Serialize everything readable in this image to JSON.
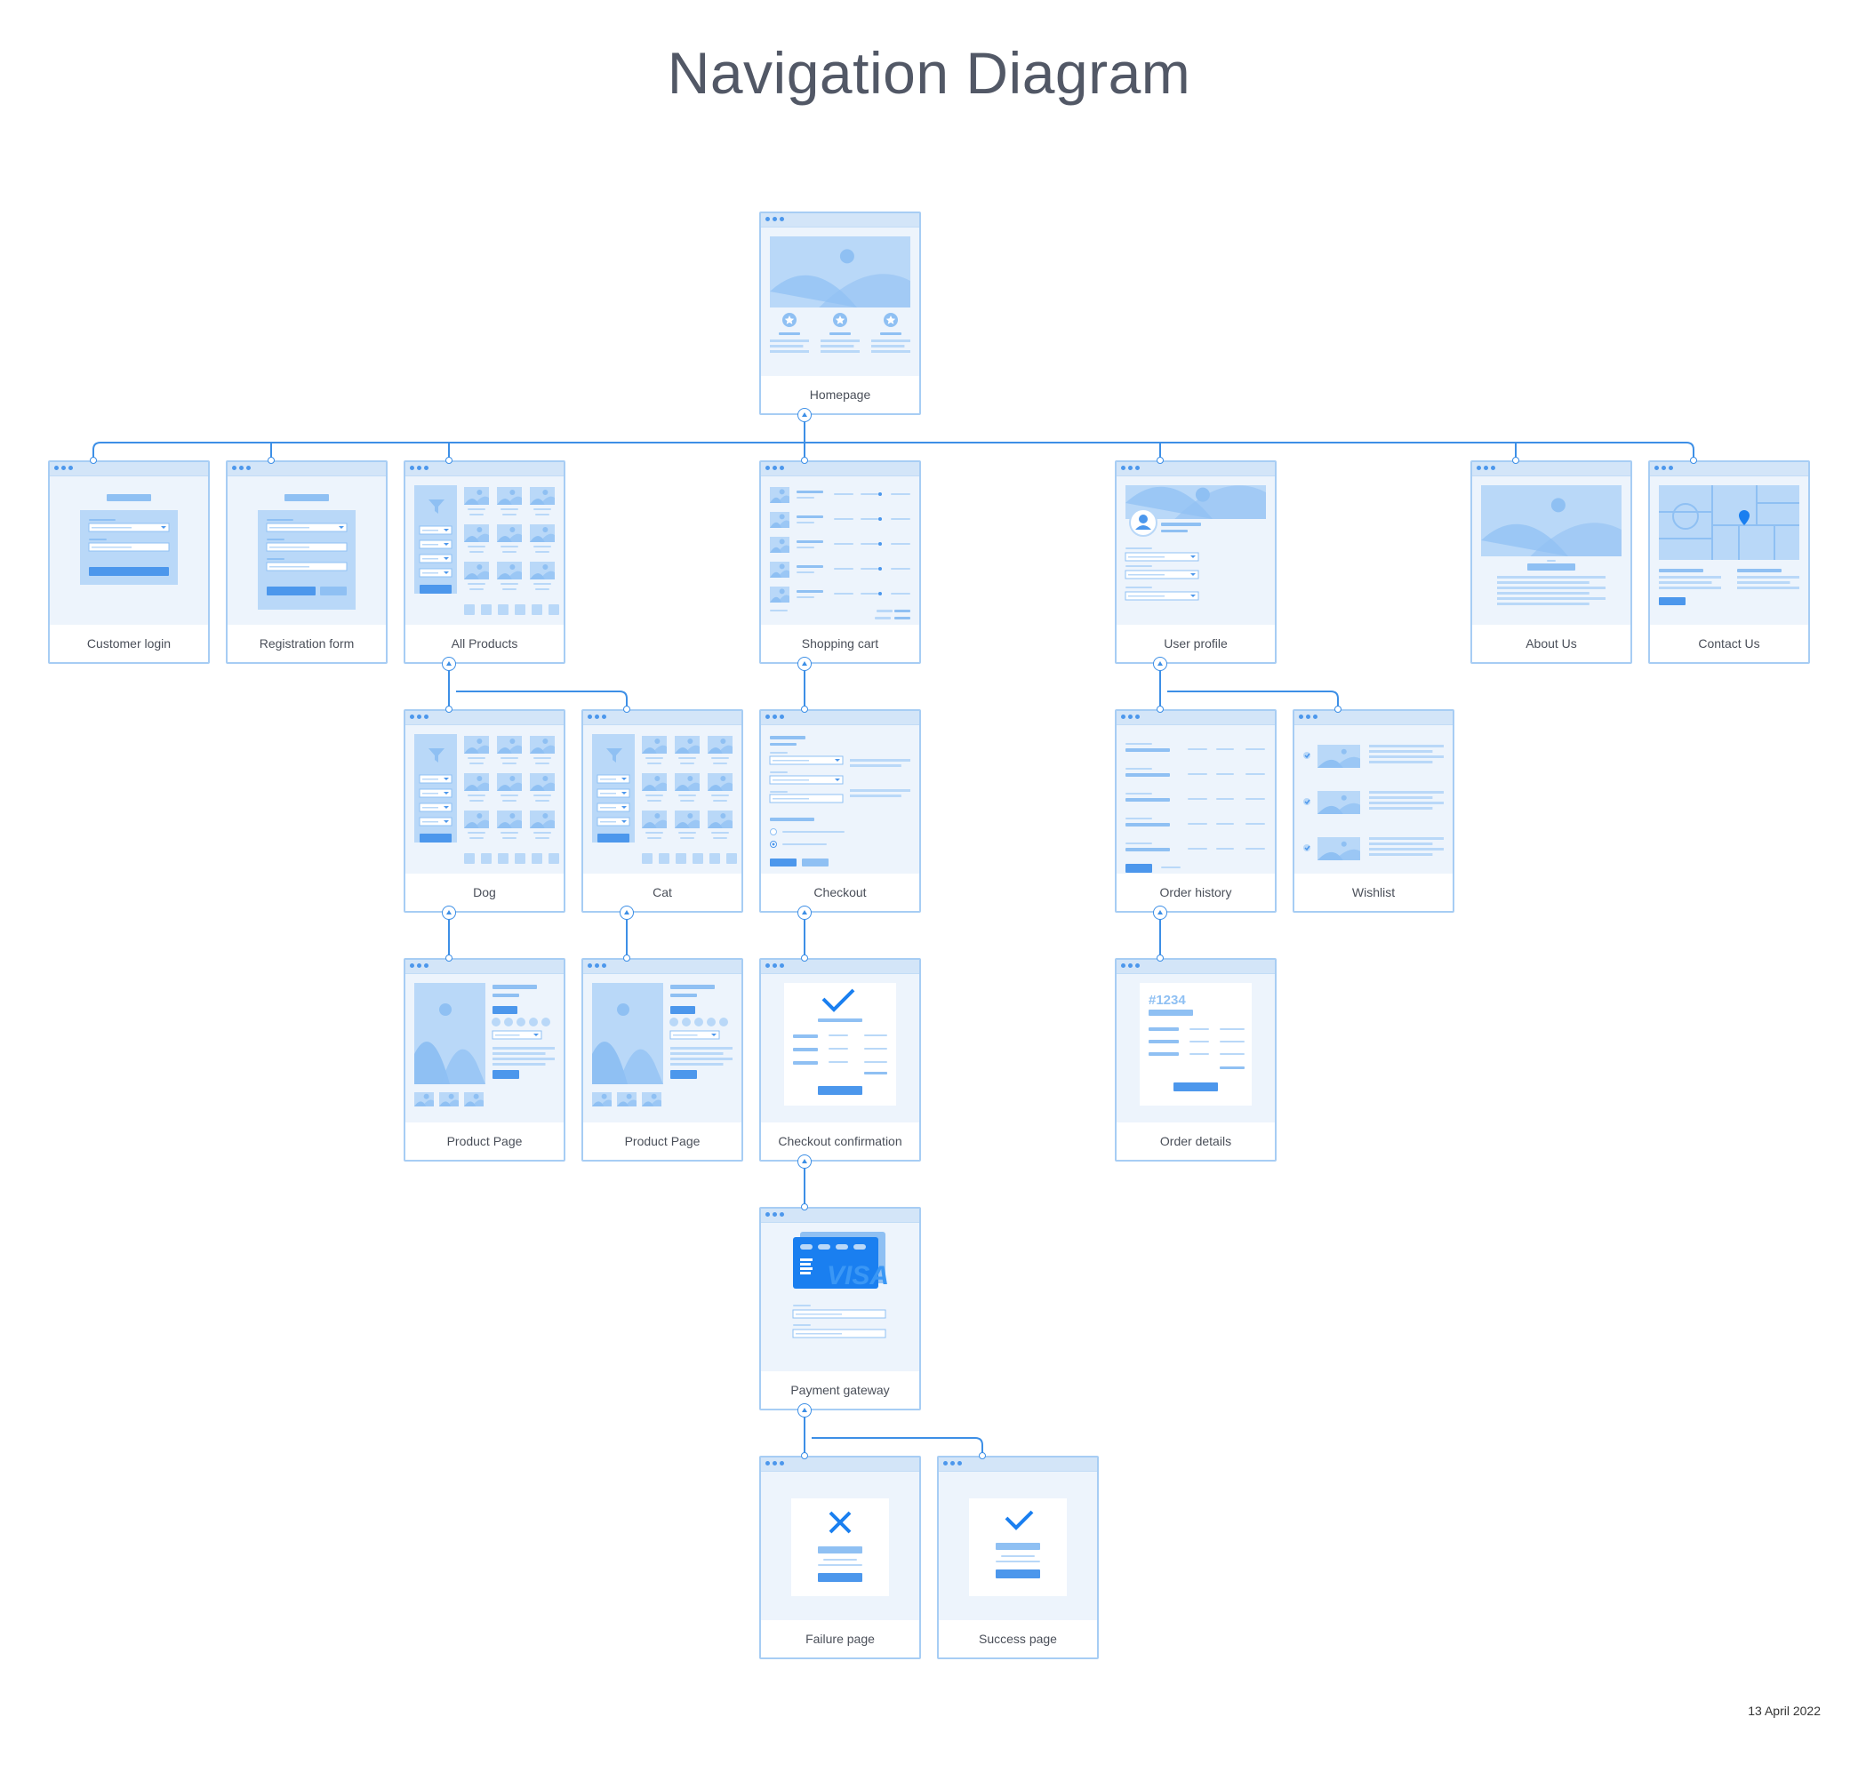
{
  "title": "Navigation Diagram",
  "date": "13 April 2022",
  "colors": {
    "connector": "#3d8fe6",
    "card_border": "#a7cdf4",
    "card_bar": "#d3e5f8",
    "card_body": "#edf4fc",
    "wire_light": "#b9d8f8",
    "wire_mid": "#8fc0f3",
    "wire_strong": "#4c97ec",
    "accent": "#1a7ff0",
    "title_text": "#525866"
  },
  "pages": {
    "homepage": {
      "label": "Homepage",
      "icon": "hero-features-icon"
    },
    "customer_login": {
      "label": "Customer login",
      "icon": "login-form-icon"
    },
    "registration_form": {
      "label": "Registration form",
      "icon": "registration-form-icon"
    },
    "all_products": {
      "label": "All Products",
      "icon": "product-grid-icon"
    },
    "shopping_cart": {
      "label": "Shopping cart",
      "icon": "cart-list-icon"
    },
    "user_profile": {
      "label": "User profile",
      "icon": "profile-icon"
    },
    "about_us": {
      "label": "About Us",
      "icon": "hero-text-icon"
    },
    "contact_us": {
      "label": "Contact Us",
      "icon": "map-icon"
    },
    "dog": {
      "label": "Dog",
      "icon": "product-grid-icon"
    },
    "cat": {
      "label": "Cat",
      "icon": "product-grid-icon"
    },
    "checkout": {
      "label": "Checkout",
      "icon": "checkout-form-icon"
    },
    "order_history": {
      "label": "Order history",
      "icon": "order-table-icon"
    },
    "wishlist": {
      "label": "Wishlist",
      "icon": "wishlist-icon"
    },
    "product_page_dog": {
      "label": "Product Page",
      "icon": "product-detail-icon"
    },
    "product_page_cat": {
      "label": "Product Page",
      "icon": "product-detail-icon"
    },
    "checkout_confirmation": {
      "label": "Checkout confirmation",
      "icon": "confirmation-check-icon"
    },
    "order_details": {
      "label": "Order details",
      "icon": "order-details-icon",
      "order_number": "#1234"
    },
    "payment_gateway": {
      "label": "Payment gateway",
      "icon": "credit-card-icon",
      "card_brand": "VISA"
    },
    "failure_page": {
      "label": "Failure page",
      "icon": "failure-x-icon"
    },
    "success_page": {
      "label": "Success page",
      "icon": "success-check-icon"
    }
  },
  "links": [
    {
      "from": "homepage",
      "to": [
        "customer_login",
        "registration_form",
        "all_products",
        "shopping_cart",
        "user_profile",
        "about_us",
        "contact_us"
      ]
    },
    {
      "from": "all_products",
      "to": [
        "dog",
        "cat"
      ]
    },
    {
      "from": "shopping_cart",
      "to": [
        "checkout"
      ]
    },
    {
      "from": "user_profile",
      "to": [
        "order_history",
        "wishlist"
      ]
    },
    {
      "from": "dog",
      "to": [
        "product_page_dog"
      ]
    },
    {
      "from": "cat",
      "to": [
        "product_page_cat"
      ]
    },
    {
      "from": "checkout",
      "to": [
        "checkout_confirmation"
      ]
    },
    {
      "from": "order_history",
      "to": [
        "order_details"
      ]
    },
    {
      "from": "checkout_confirmation",
      "to": [
        "payment_gateway"
      ]
    },
    {
      "from": "payment_gateway",
      "to": [
        "failure_page",
        "success_page"
      ]
    }
  ]
}
